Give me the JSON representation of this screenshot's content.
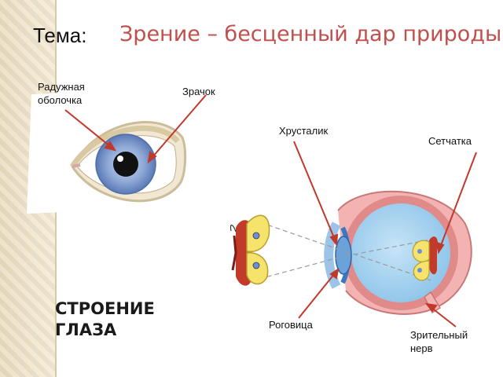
{
  "title": {
    "prefix": "Тема:",
    "main": "Зрение – бесценный дар природы"
  },
  "labels": {
    "iris_line1": "Радужная",
    "iris_line2": "оболочка",
    "pupil": "Зрачок",
    "lens": "Хрусталик",
    "retina": "Сетчатка",
    "cornea": "Роговица",
    "nerve_line1": "Зрительный",
    "nerve_line2": "нерв"
  },
  "section_heading": {
    "line1": "СТРОЕНИЕ",
    "line2": "ГЛАЗА"
  },
  "colors": {
    "title_accent": "#c0504d",
    "pointer": "#c0392b",
    "iris": "#8fa9d6",
    "eyeball_wall": "#ee9f9f",
    "eyeball_fill": "#9fcdec",
    "butterfly": "#f5e36b"
  },
  "icons": [
    "eye-icon",
    "eyeball-cross-section",
    "butterfly-icon"
  ]
}
